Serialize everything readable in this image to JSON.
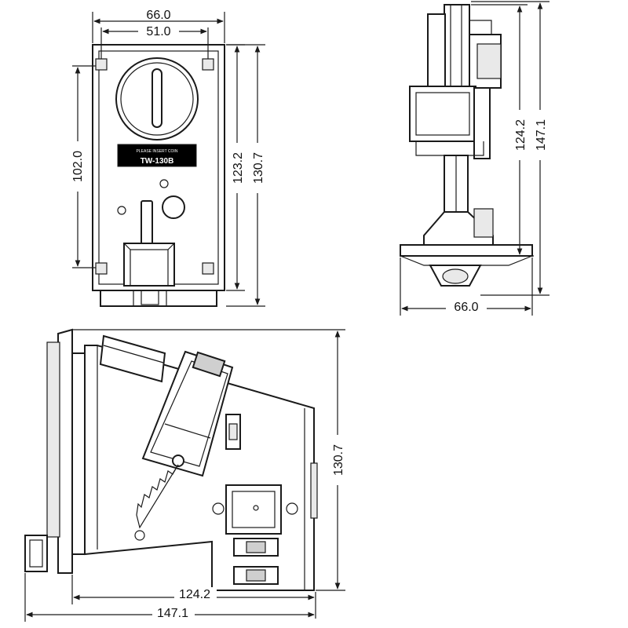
{
  "front_view": {
    "width_outer": "66.0",
    "width_inner": "51.0",
    "height_holes": "102.0",
    "height_body": "123.2",
    "height_total": "130.7",
    "label_small": "PLEASE INSERT COIN",
    "label_model": "TW-130B"
  },
  "side_view": {
    "height_body": "124.2",
    "height_total": "147.1",
    "width": "66.0"
  },
  "bottom_view": {
    "height_total": "130.7",
    "length_body": "124.2",
    "length_total": "147.1"
  },
  "colors": {
    "line": "#1a1a1a",
    "label_bg": "#000000",
    "label_text": "#ffffff"
  }
}
